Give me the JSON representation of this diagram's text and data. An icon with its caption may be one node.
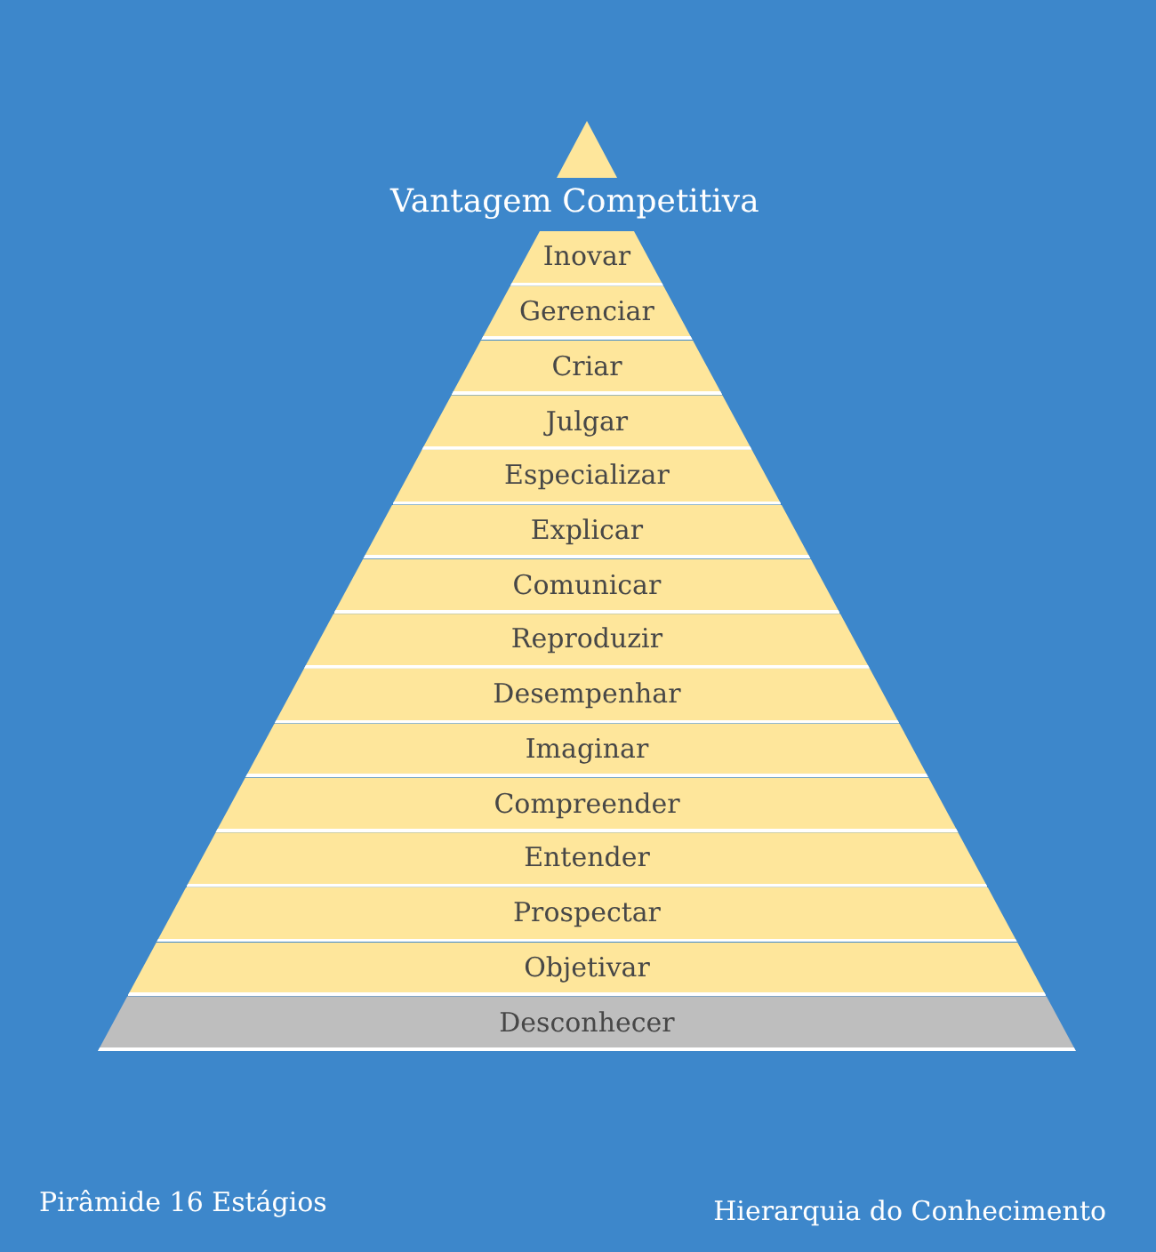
{
  "diagram": {
    "nodes": [
      {
        "text": [],
        "shape": "triangle",
        "beside": [
          "Vantagem Competitiva"
        ]
      },
      {
        "text": [
          "Inovar"
        ]
      },
      {
        "text": [
          "Gerenciar"
        ]
      },
      {
        "text": [
          "Criar"
        ]
      },
      {
        "text": [
          "Julgar"
        ]
      },
      {
        "text": [
          "Especializar"
        ]
      },
      {
        "text": [
          "Explicar"
        ]
      },
      {
        "text": [
          "Comunicar"
        ]
      },
      {
        "text": [
          "Reproduzir"
        ]
      },
      {
        "text": [
          "Desempenhar"
        ]
      },
      {
        "text": [
          "Imaginar"
        ]
      },
      {
        "text": [
          "Compreender"
        ]
      },
      {
        "text": [
          "Entender"
        ]
      },
      {
        "text": [
          "Prospectar"
        ]
      },
      {
        "text": [
          "Objetivar"
        ]
      },
      {
        "text": [
          "Desconhecer"
        ]
      }
    ],
    "labels": [
      "Pirâmide 16 Estágios",
      "Hierarquia do Conhecimento"
    ]
  }
}
